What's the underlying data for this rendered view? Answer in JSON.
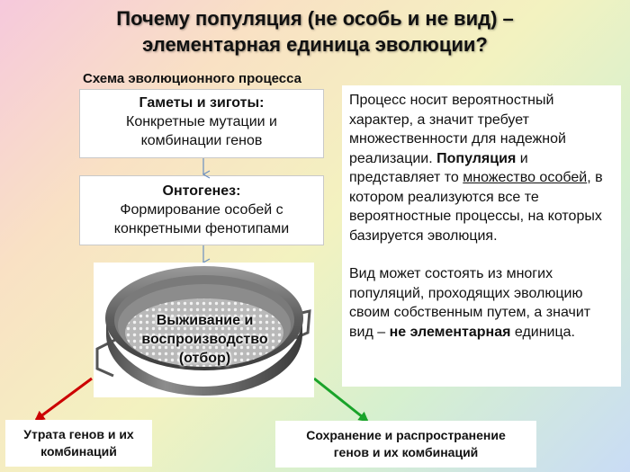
{
  "title_line1": "Почему популяция (не особь и не вид) –",
  "title_line2": "элементарная единица эволюции?",
  "scheme_label": "Схема эволюционного процесса",
  "box1": {
    "heading": "Гаметы и зиготы:",
    "text_line1": "Конкретные мутации и",
    "text_line2": "комбинации генов"
  },
  "box2": {
    "heading": "Онтогенез:",
    "text_line1": "Формирование особей с",
    "text_line2": "конкретными фенотипами"
  },
  "sieve": {
    "line1": "Выживание и",
    "line2": "воспроизводство",
    "line3": "(отбор)"
  },
  "outcome_left": {
    "line1": "Утрата генов и их",
    "line2": "комбинаций",
    "arrow_color": "#cc0000"
  },
  "outcome_right": {
    "line1": "Сохранение и распространение",
    "line2": "генов и их комбинаций",
    "arrow_color": "#1aa32a"
  },
  "explanation": {
    "p1_a": "Процесс носит вероятностный характер, а значит требует множественности для надежной реализации. ",
    "p1_b": "Популяция",
    "p1_c": " и представляет то ",
    "p1_d": "множество особей",
    "p1_e": ", в котором реализуются все те  вероятностные процессы, на которых базируется эволюция.",
    "p2_a": "Вид может состоять из многих популяций, проходящих эволюцию своим собственным путем, а значит вид – ",
    "p2_b": "не элементарная",
    "p2_c": " единица."
  }
}
